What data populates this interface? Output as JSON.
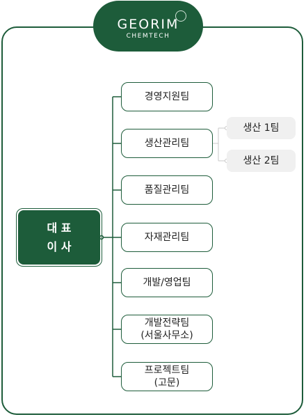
{
  "logo": {
    "main": "GEORIM",
    "sub": "CHEMTECH"
  },
  "ceo": {
    "line1": "대 표",
    "line2": "이 사"
  },
  "teams": [
    {
      "label": "경영지원팀",
      "note": ""
    },
    {
      "label": "생산관리팀",
      "note": ""
    },
    {
      "label": "품질관리팀",
      "note": ""
    },
    {
      "label": "자재관리팀",
      "note": ""
    },
    {
      "label": "개발/영업팀",
      "note": ""
    },
    {
      "label": "개발전략팀",
      "note": "(서울사무소)"
    },
    {
      "label": "프로젝트팀",
      "note": "(고문)"
    }
  ],
  "sub_teams": [
    {
      "label": "생산 1팀"
    },
    {
      "label": "생산 2팀"
    }
  ],
  "colors": {
    "brand": "#1d5c3a",
    "sub_box": "#f0f0f0",
    "sub_line": "#c8c8c8"
  }
}
